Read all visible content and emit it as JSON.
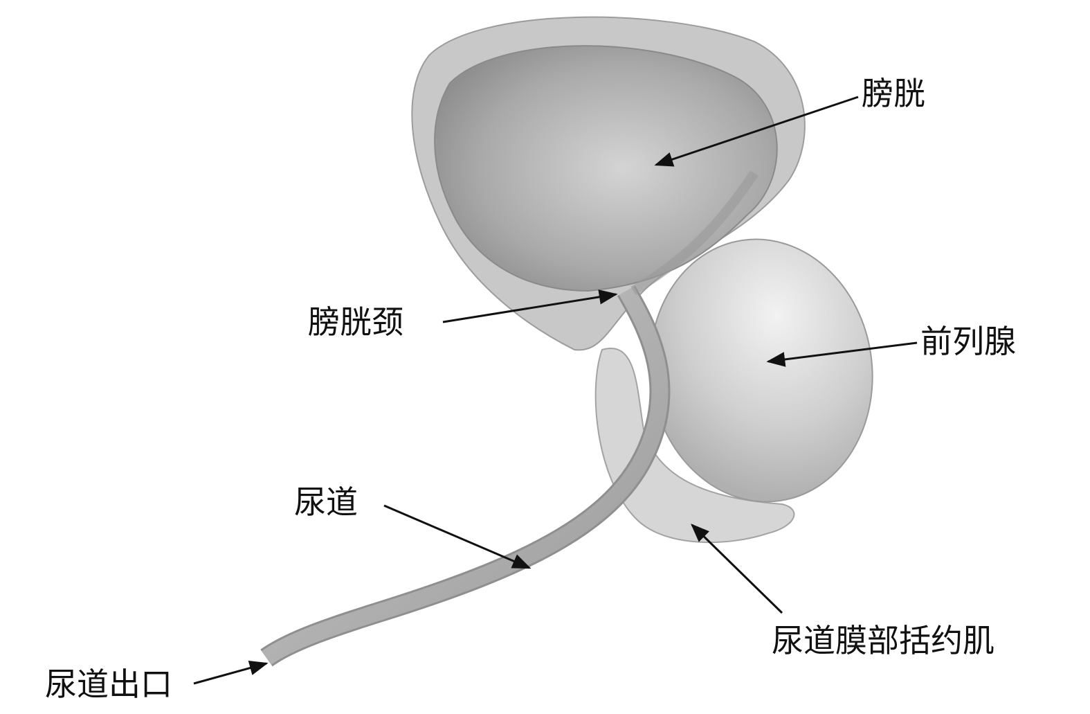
{
  "labels": {
    "bladder": "膀胱",
    "bladder_neck": "膀胱颈",
    "prostate": "前列腺",
    "urethra": "尿道",
    "sphincter": "尿道膜部括约肌",
    "urethra_outlet": "尿道出口"
  },
  "colors": {
    "organ": "#b8b8b8",
    "organ_dark": "#8e8e8e",
    "arrow": "#111111"
  }
}
